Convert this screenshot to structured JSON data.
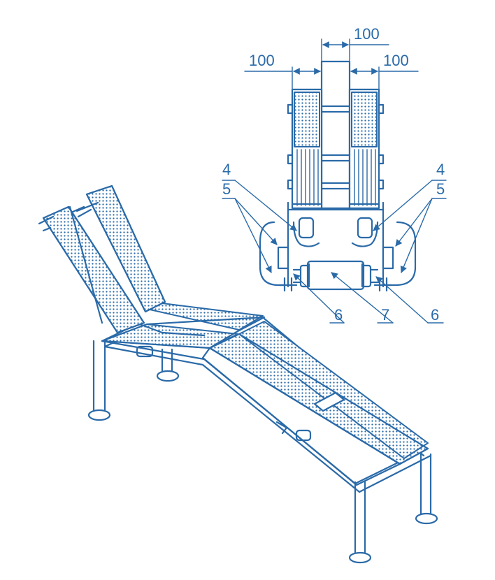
{
  "colors": {
    "ink": "#2a6aa8",
    "background": "#ffffff"
  },
  "dimensions": {
    "top": "100",
    "left": "100",
    "right": "100"
  },
  "callouts": {
    "left_4": "4",
    "left_5": "5",
    "right_4": "4",
    "right_5": "5",
    "left_6": "6",
    "center_7": "7",
    "right_6": "6"
  }
}
